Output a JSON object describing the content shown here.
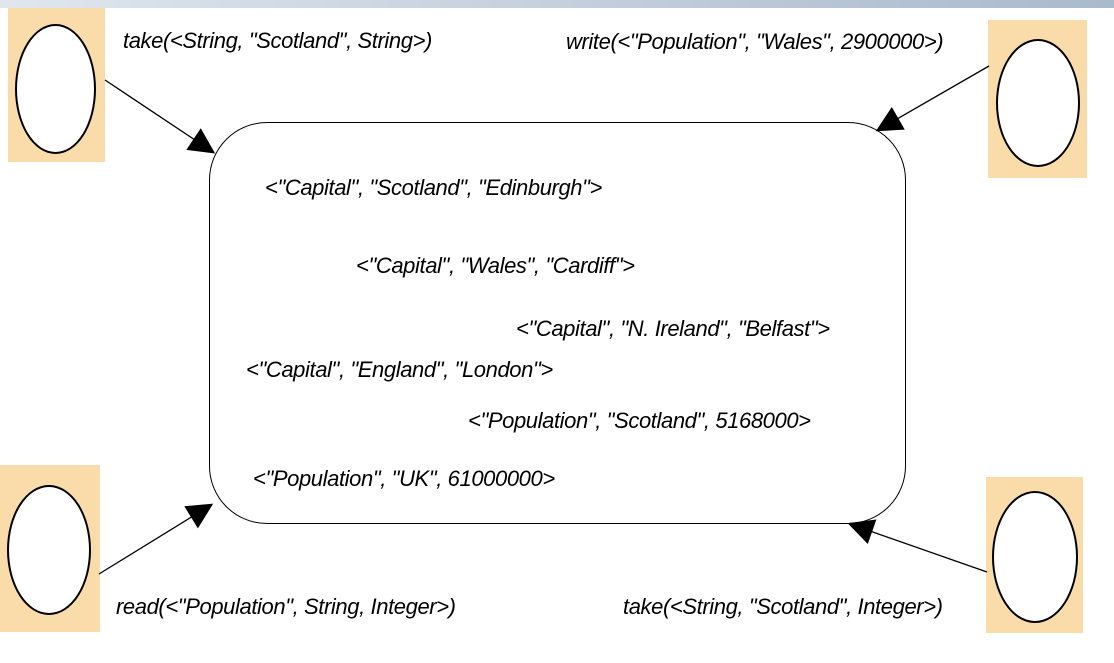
{
  "operations": {
    "top_left": "take(<String, \"Scotland\", String>)",
    "top_right": "write(<\"Population\", \"Wales\", 2900000>)",
    "bottom_left": "read(<\"Population\", String, Integer>)",
    "bottom_right": "take(<String, \"Scotland\", Integer>)"
  },
  "tuples": [
    "<\"Capital\", \"Scotland\", \"Edinburgh\">",
    "<\"Capital\", \"Wales\", \"Cardiff\">",
    "<\"Capital\", \"N. Ireland\", \"Belfast\">",
    "<\"Capital\", \"England\", \"London\">",
    "<\"Population\", \"Scotland\", 5168000>",
    "<\"Population\", \"UK\", 61000000>"
  ],
  "colors": {
    "process_box": "#f9dcaa",
    "header_bar": "#a9bacb"
  }
}
